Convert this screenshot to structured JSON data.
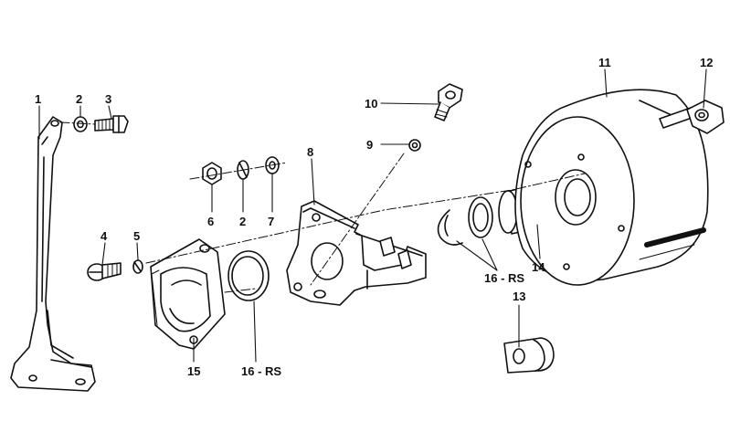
{
  "diagram": {
    "labels": {
      "p1": "1",
      "p2a": "2",
      "p3": "3",
      "p4": "4",
      "p5": "5",
      "p6": "6",
      "p2b": "2",
      "p7": "7",
      "p8": "8",
      "p9": "9",
      "p10": "10",
      "p11": "11",
      "p12": "12",
      "p13": "13",
      "p14": "14",
      "p15": "15",
      "p16a": "16 - RS",
      "p16b": "16 - RS"
    }
  }
}
